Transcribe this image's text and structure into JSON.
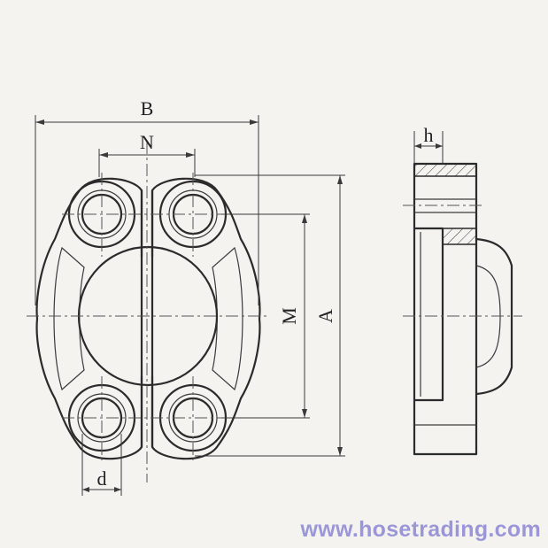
{
  "labels": {
    "B": "B",
    "N": "N",
    "M": "M",
    "A": "A",
    "h": "h",
    "d": "d"
  },
  "watermark": "www.hosetrading.com",
  "colors": {
    "line": "#2b2b2b",
    "watermark": "#9b96d8",
    "background": "#f4f3f0"
  }
}
